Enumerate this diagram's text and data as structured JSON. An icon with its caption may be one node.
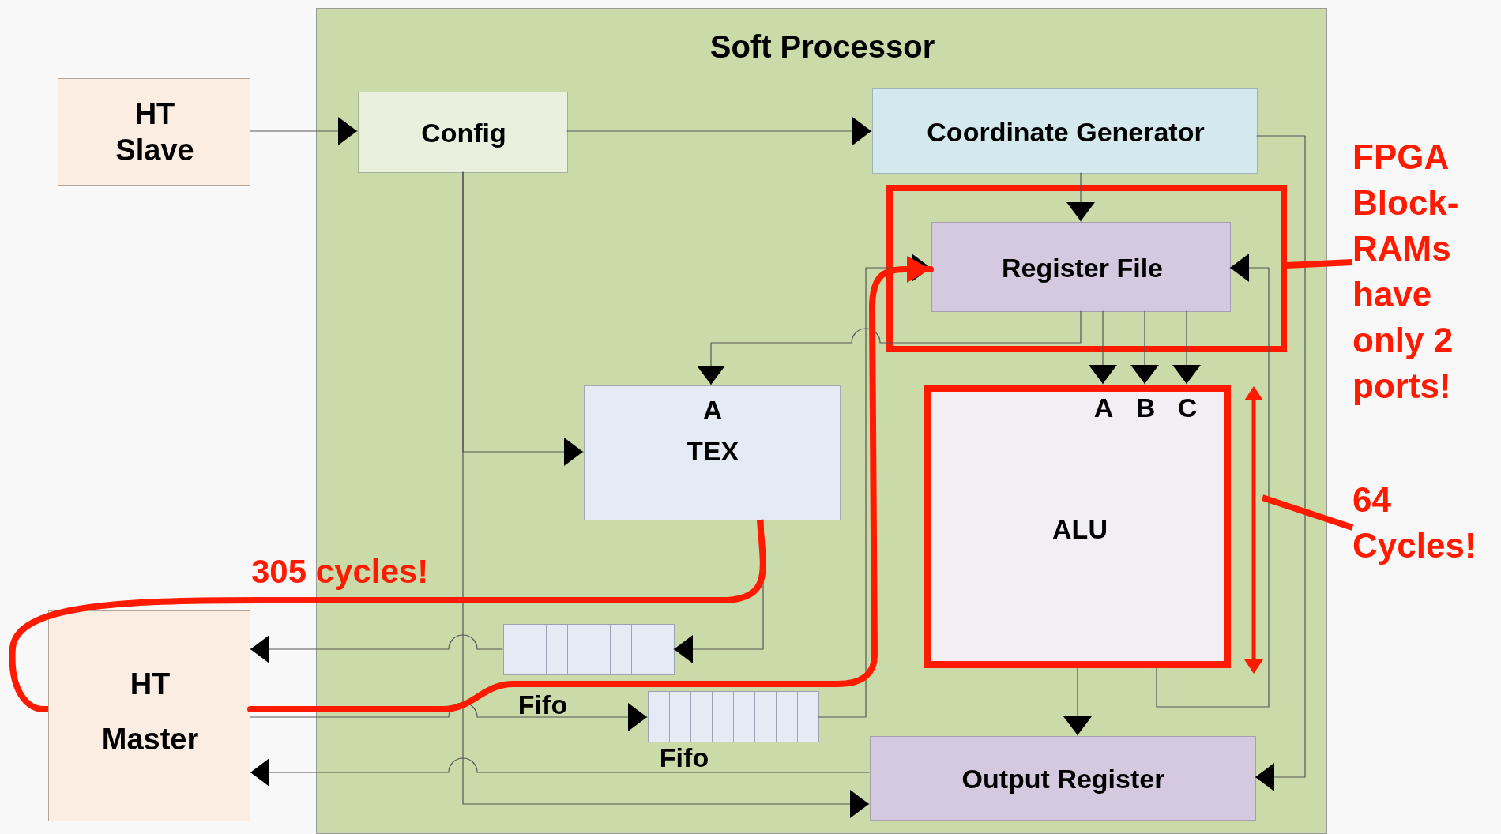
{
  "diagram": {
    "nodes": [
      {
        "text": [
          "Soft Processor"
        ]
      },
      {
        "text": [
          "HT Slave"
        ]
      },
      {
        "text": [
          "Config"
        ],
        "in": 0
      },
      {
        "text": [
          "Coordinate Generator"
        ],
        "in": 0
      },
      {
        "text": [],
        "shape": "box",
        "in": 0
      },
      {
        "text": [
          "Register File"
        ],
        "in": 4
      },
      {
        "text": [
          "FPGA Block- RAMs have only 2 ports!"
        ]
      },
      {
        "text": [
          "A",
          "TEX"
        ],
        "in": 0
      },
      {
        "text": [
          "A",
          "B",
          "C",
          "ALU"
        ],
        "in": 0
      },
      {
        "text": [],
        "shape": "arrow",
        "in": 0
      },
      {
        "text": [
          "64 Cycles!"
        ]
      },
      {
        "text": [
          "Fifo"
        ],
        "in": 0
      },
      {
        "text": [
          "HT Master"
        ]
      },
      {
        "text": [
          "Fifo"
        ],
        "in": 0
      },
      {
        "text": [
          "Output Register"
        ],
        "in": 0
      }
    ],
    "edges": [
      {
        "from": 1,
        "to": 2,
        "arrow": "to"
      },
      {
        "from": 2,
        "to": 3,
        "arrow": "to"
      },
      {
        "from": 2,
        "to": 7,
        "arrow": "to"
      },
      {
        "from": 2,
        "to": 14,
        "arrow": "to"
      },
      {
        "from": 3,
        "to": 5,
        "arrow": "to"
      },
      {
        "from": 3,
        "to": 14,
        "arrow": "to"
      },
      {
        "from": 5,
        "to": 7,
        "arrow": "to"
      },
      {
        "from": 5,
        "to": 8,
        "arrow": "to"
      },
      {
        "from": 5,
        "to": 8,
        "arrow": "to"
      },
      {
        "from": 5,
        "to": 8,
        "arrow": "to"
      },
      {
        "from": 8,
        "to": 14,
        "arrow": "to"
      },
      {
        "from": 8,
        "to": 5,
        "arrow": "to"
      },
      {
        "from": 7,
        "to": 11,
        "arrow": "to"
      },
      {
        "from": 11,
        "to": 12,
        "arrow": "to"
      },
      {
        "from": 12,
        "to": 13,
        "arrow": "to"
      },
      {
        "from": 13,
        "to": 5,
        "arrow": "to"
      },
      {
        "from": 14,
        "to": 12,
        "arrow": "to"
      },
      {
        "from": 7,
        "to": 12,
        "arrow": "none",
        "label": "305 cycles!",
        "style": "thick",
        "color": "#ff1a00"
      },
      {
        "from": 12,
        "to": 5,
        "arrow": "to",
        "style": "thick",
        "color": "#ff1a00"
      },
      {
        "from": 6,
        "to": 4,
        "arrow": "none",
        "style": "thick",
        "color": "#ff1a00"
      },
      {
        "from": 10,
        "to": 9,
        "arrow": "none",
        "style": "thick",
        "color": "#ff1a00"
      }
    ]
  }
}
